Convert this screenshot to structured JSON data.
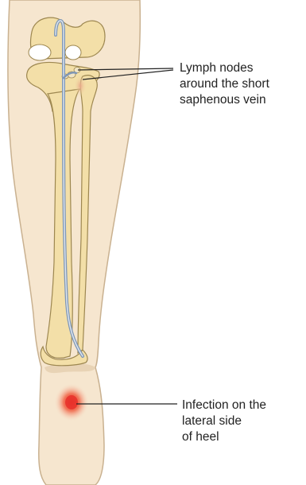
{
  "annotations": {
    "lymph_nodes": {
      "lines": [
        "Lymph nodes",
        "around the short",
        "saphenous vein"
      ]
    },
    "infection": {
      "lines": [
        "Infection on the",
        "lateral side",
        "of heel"
      ]
    }
  },
  "colors": {
    "skin_fill": "#f6e6cf",
    "skin_outline": "#c9b190",
    "bone_fill": "#f3dfa8",
    "bone_outline": "#9d8750",
    "vein_blue": "#7f97b6",
    "infection_red": "#e8302a",
    "leader_line": "#222222"
  }
}
